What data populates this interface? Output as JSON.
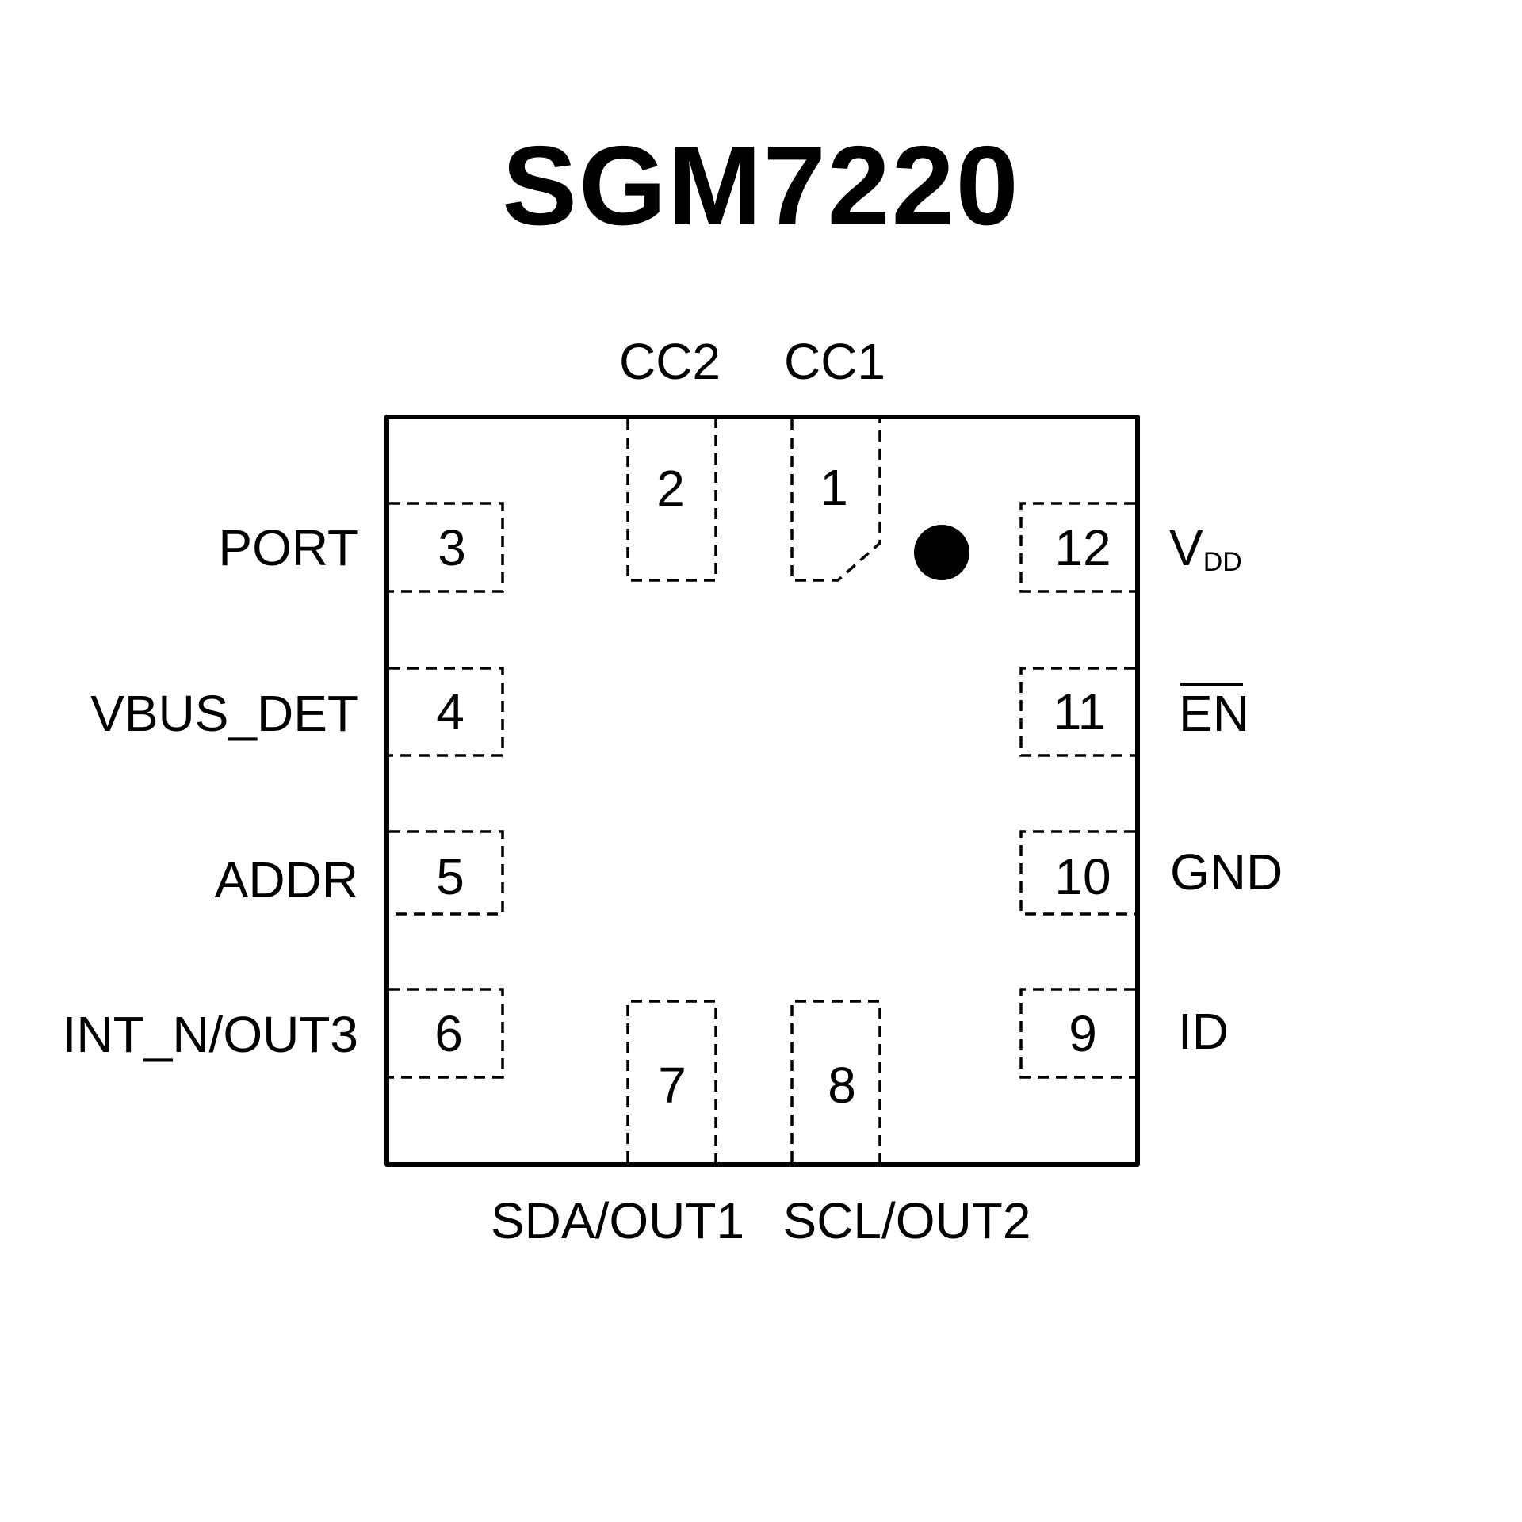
{
  "title": "SGM7220",
  "package": {
    "pin1_marker": "pin-1-indicator-dot",
    "pins": [
      {
        "number": "1",
        "name": "CC1",
        "side": "top",
        "chamfered": true
      },
      {
        "number": "2",
        "name": "CC2",
        "side": "top",
        "chamfered": false
      },
      {
        "number": "3",
        "name": "PORT",
        "side": "left",
        "chamfered": false
      },
      {
        "number": "4",
        "name": "VBUS_DET",
        "side": "left",
        "chamfered": false
      },
      {
        "number": "5",
        "name": "ADDR",
        "side": "left",
        "chamfered": false
      },
      {
        "number": "6",
        "name": "INT_N/OUT3",
        "side": "left",
        "chamfered": false
      },
      {
        "number": "7",
        "name": "SDA/OUT1",
        "side": "bottom",
        "chamfered": false
      },
      {
        "number": "8",
        "name": "SCL/OUT2",
        "side": "bottom",
        "chamfered": false
      },
      {
        "number": "9",
        "name": "ID",
        "side": "right",
        "chamfered": false
      },
      {
        "number": "10",
        "name": "GND",
        "side": "right",
        "chamfered": false
      },
      {
        "number": "11",
        "name": "EN",
        "side": "right",
        "chamfered": false,
        "overline": true
      },
      {
        "number": "12",
        "name": "VDD",
        "name_main": "V",
        "name_sub": "DD",
        "side": "right",
        "chamfered": false
      }
    ]
  },
  "colors": {
    "ink": "#000000",
    "background": "#ffffff"
  }
}
